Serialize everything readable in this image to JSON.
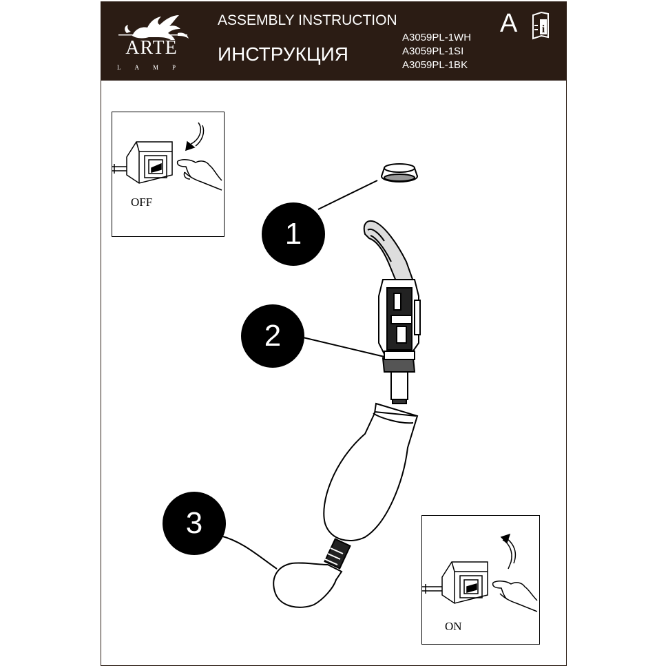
{
  "header": {
    "brand": "ARTE",
    "brand_sub": "LAMP",
    "title_en": "ASSEMBLY INSTRUCTION",
    "title_ru": "ИНСТРУКЦИЯ",
    "models": [
      "A3059PL-1WH",
      "A3059PL-1SI",
      "A3059PL-1BK"
    ],
    "letter": "A"
  },
  "panels": {
    "off_label": "OFF",
    "on_label": "ON"
  },
  "steps": [
    "1",
    "2",
    "3"
  ],
  "colors": {
    "header_bg": "#2b1c14",
    "ink": "#000000"
  }
}
